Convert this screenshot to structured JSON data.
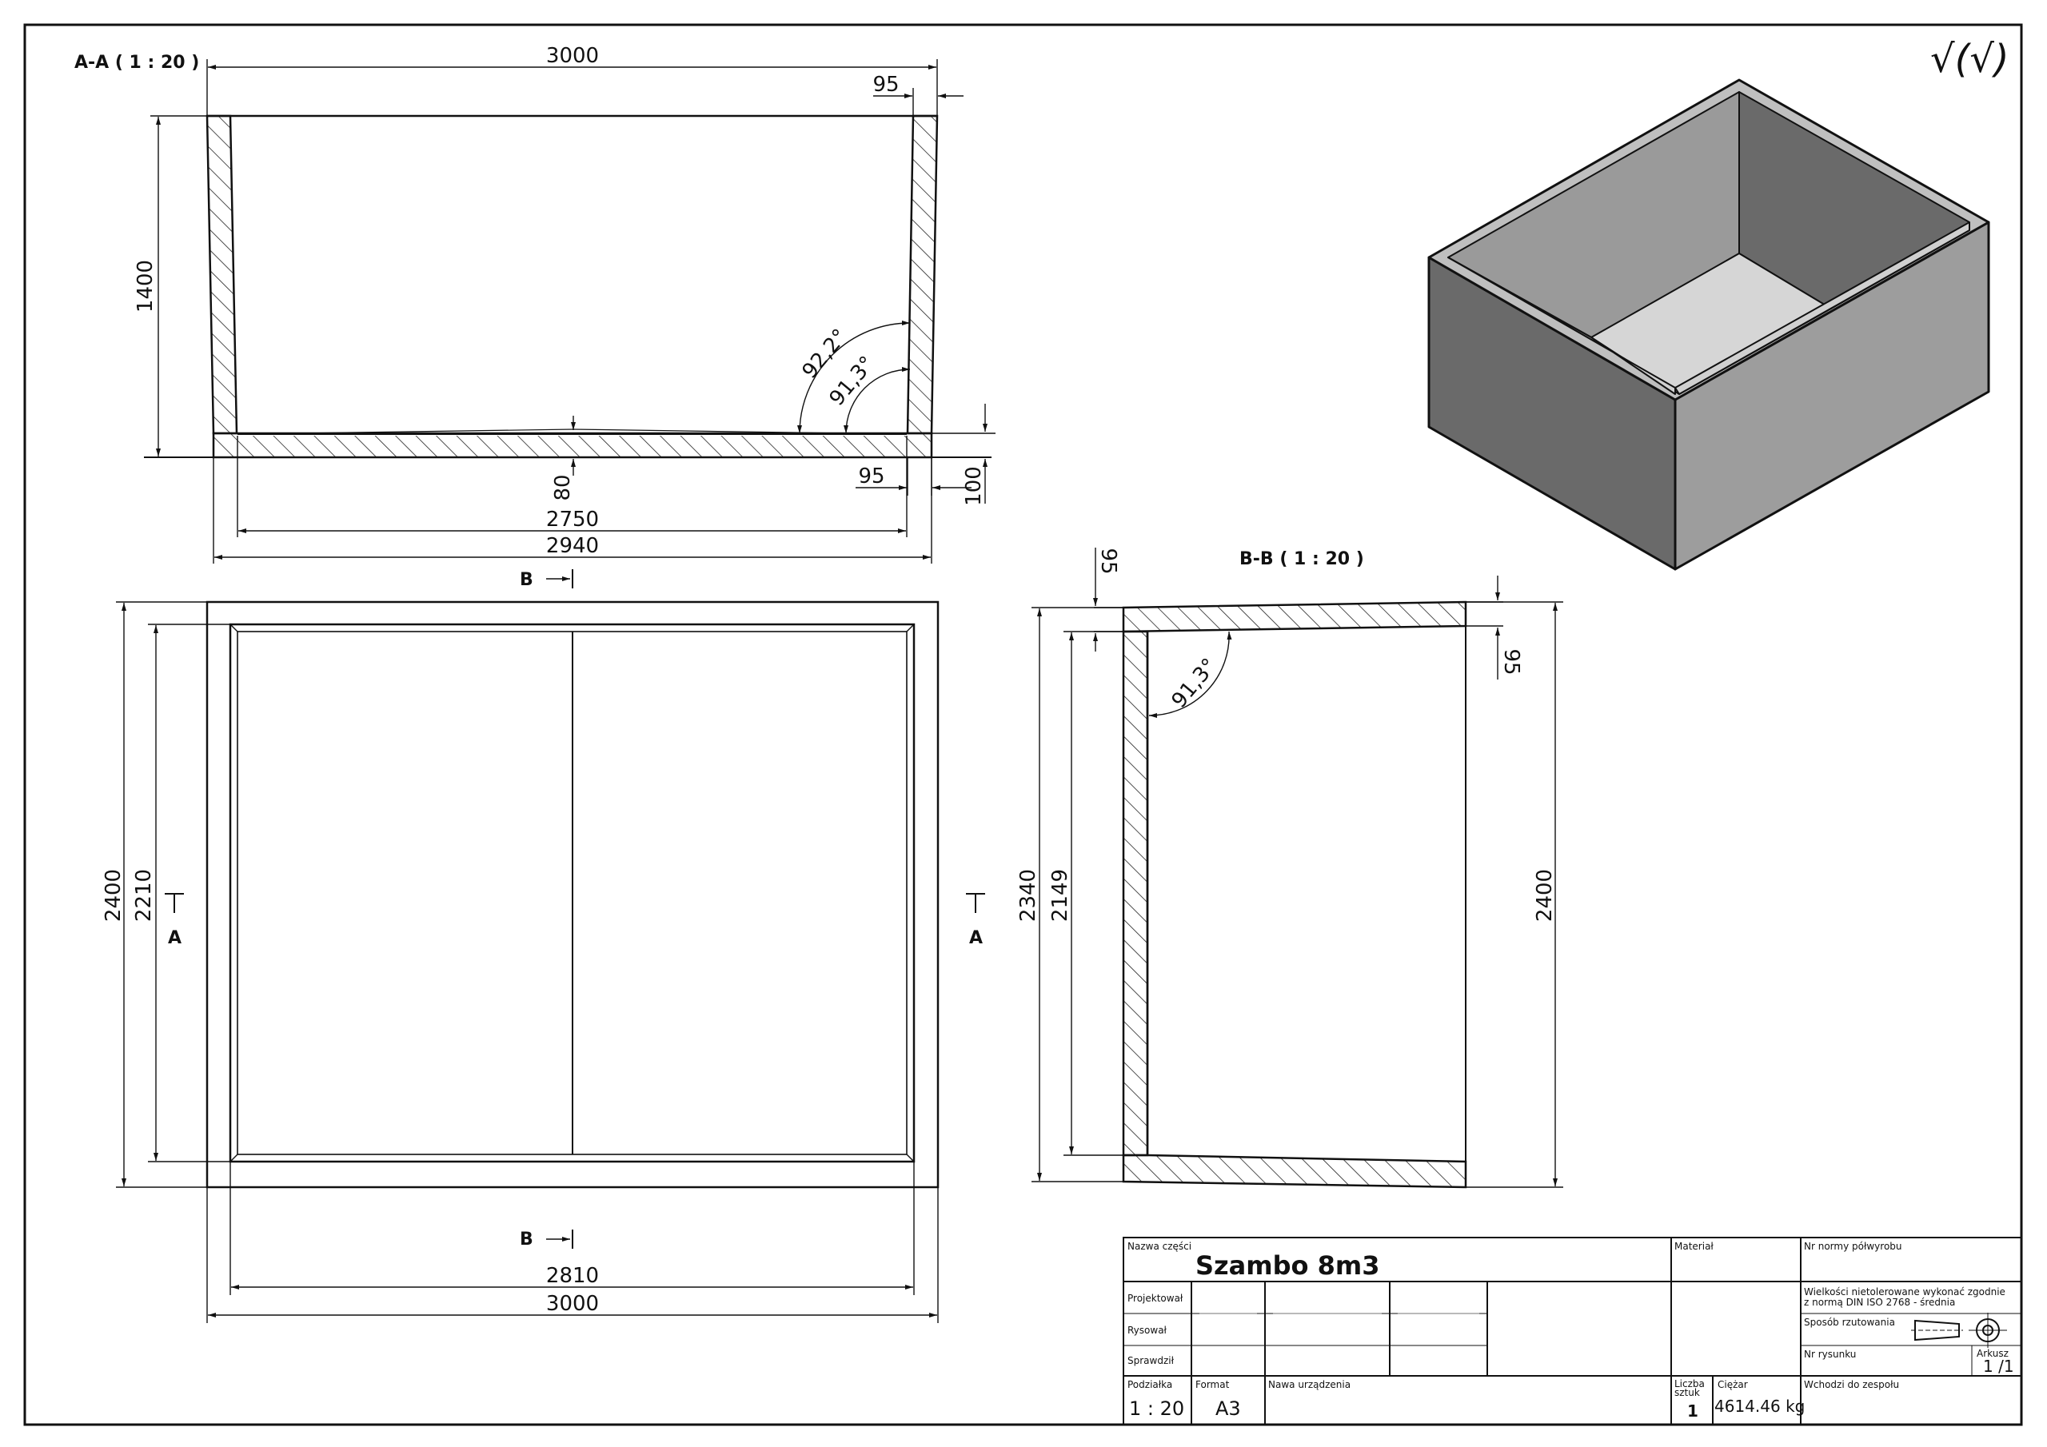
{
  "sections": {
    "aa_label": "A-A ( 1 : 20 )",
    "bb_label": "B-B ( 1 : 20 )",
    "cut_a": "A",
    "cut_b": "B"
  },
  "dimensions": {
    "aa_width_top": "3000",
    "aa_height": "1400",
    "aa_wall_top": "95",
    "aa_angle_outer": "92,2°",
    "aa_angle_inner": "91,3°",
    "aa_floor_center": "80",
    "aa_wall_bottom": "95",
    "aa_floor": "100",
    "aa_inner_width": "2750",
    "aa_outer_bottom": "2940",
    "plan_height_outer": "2400",
    "plan_height_inner": "2210",
    "plan_width_inner": "2810",
    "plan_width_outer": "3000",
    "bb_wall_top": "95",
    "bb_wall_right": "95",
    "bb_angle": "91,3°",
    "bb_outer_left": "2340",
    "bb_inner_left": "2149",
    "bb_outer_right": "2400"
  },
  "surface_symbol": "√(√)",
  "title_block": {
    "part_name_label": "Nazwa części",
    "part_name": "Szambo 8m3",
    "material_label": "Materiał",
    "norm_label": "Nr normy półwyrobu",
    "designed_label": "Projektował",
    "drawn_label": "Rysował",
    "checked_label": "Sprawdził",
    "tolerance_note_1": "Wielkości nietolerowane wykonać zgodnie",
    "tolerance_note_2": "z normą DIN ISO 2768 - średnia",
    "projection_label": "Sposób rzutowania",
    "drawing_no_label": "Nr rysunku",
    "sheet_label": "Arkusz",
    "sheet_value": "1 /1",
    "scale_label": "Podziałka",
    "scale_value": "1 : 20",
    "format_label": "Format",
    "format_value": "A3",
    "device_label": "Nawa urządzenia",
    "qty_label_1": "Liczba",
    "qty_label_2": "sztuk",
    "qty_value": "1",
    "weight_label": "Ciężar",
    "weight_value": "4614.46 kg",
    "assembly_label": "Wchodzi do zespołu"
  }
}
